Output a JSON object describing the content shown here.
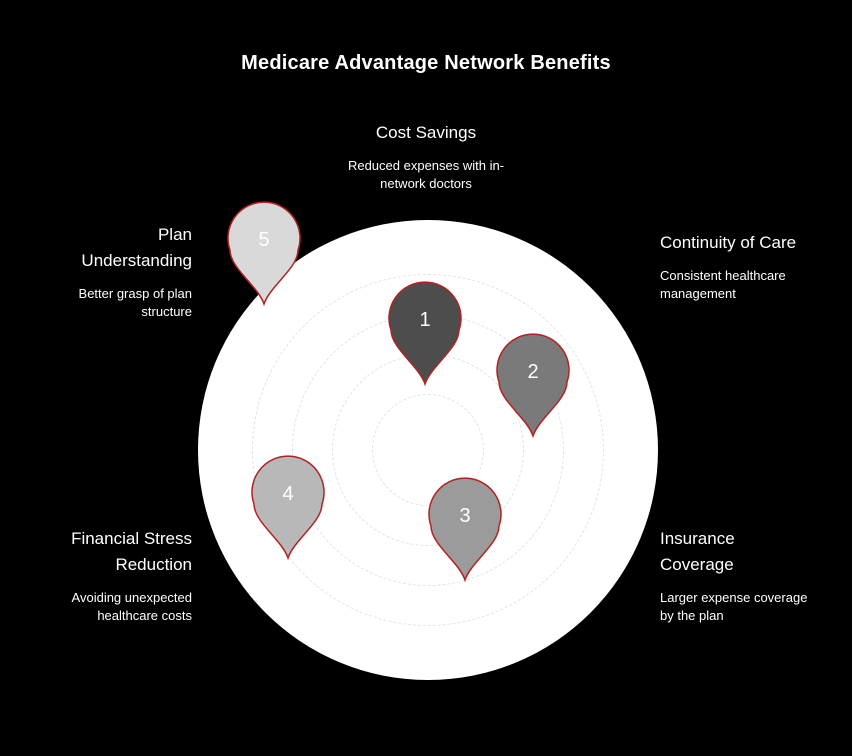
{
  "title": "Medicare Advantage Network Benefits",
  "colors": {
    "background": "#000000",
    "circle_fill": "#ffffff",
    "ring_stroke": "#e2e2e2",
    "pin_stroke": "#b22222",
    "text": "#ffffff"
  },
  "benefits": [
    {
      "number": "1",
      "label": "Cost Savings",
      "description": "Reduced expenses with in-network doctors",
      "pin_color": "#4d4d4d"
    },
    {
      "number": "2",
      "label": "Continuity of Care",
      "description": "Consistent healthcare management",
      "pin_color": "#7a7a7a"
    },
    {
      "number": "3",
      "label": "Insurance Coverage",
      "description": "Larger expense coverage by the plan",
      "pin_color": "#9b9b9b"
    },
    {
      "number": "4",
      "label": "Financial Stress Reduction",
      "description": "Avoiding unexpected healthcare costs",
      "pin_color": "#b8b8b8"
    },
    {
      "number": "5",
      "label": "Plan Understanding",
      "description": "Better grasp of plan structure",
      "pin_color": "#d9d9d9"
    }
  ]
}
